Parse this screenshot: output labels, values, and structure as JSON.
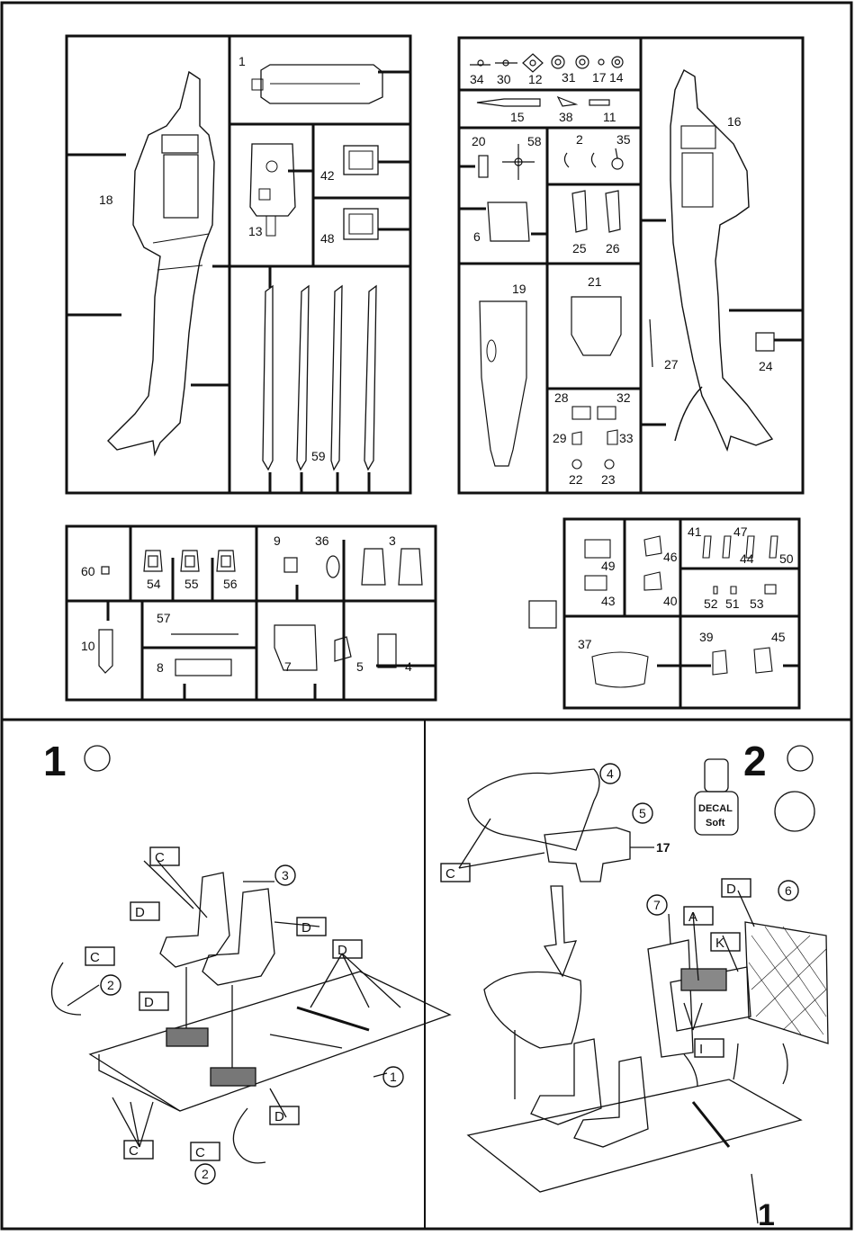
{
  "sprue_labels": {
    "s18": "18",
    "s1": "1",
    "s13": "13",
    "s42": "42",
    "s48": "48",
    "s59": "59",
    "s34": "34",
    "s30": "30",
    "s12": "12",
    "s31": "31",
    "s17": "17",
    "s14": "14",
    "s15": "15",
    "s38": "38",
    "s11": "11",
    "s20": "20",
    "s58": "58",
    "s2": "2",
    "s35": "35",
    "s6": "6",
    "s25": "25",
    "s26": "26",
    "s16": "16",
    "s19": "19",
    "s21": "21",
    "s27": "27",
    "s24": "24",
    "s28": "28",
    "s32": "32",
    "s29": "29",
    "s33": "33",
    "s22": "22",
    "s23": "23"
  },
  "sprue2_labels": {
    "s60": "60",
    "s54": "54",
    "s55": "55",
    "s56": "56",
    "s9": "9",
    "s36": "36",
    "s3": "3",
    "s10": "10",
    "s57": "57",
    "s8": "8",
    "s7": "7",
    "s5": "5",
    "s4": "4"
  },
  "clear_labels": {
    "s49": "49",
    "s43": "43",
    "s46": "46",
    "s40": "40",
    "s41": "41",
    "s47": "47",
    "s44": "44",
    "s50": "50",
    "s52": "52",
    "s51": "51",
    "s53": "53",
    "s37": "37",
    "s39": "39",
    "s45": "45"
  },
  "step1": {
    "number": "1",
    "callouts": {
      "c3": "3",
      "c2a": "2",
      "c1": "1",
      "c2b": "2"
    },
    "tags": {
      "c": "C",
      "d": "D"
    }
  },
  "step2": {
    "number": "2",
    "callouts": {
      "c4": "4",
      "c5": "5",
      "c7": "7",
      "c6": "6"
    },
    "label17": "17",
    "big1": "1",
    "tags": {
      "c": "C",
      "d": "D",
      "a": "A",
      "k": "K",
      "i": "I"
    },
    "decal_line1": "DECAL",
    "decal_line2": "Soft"
  }
}
